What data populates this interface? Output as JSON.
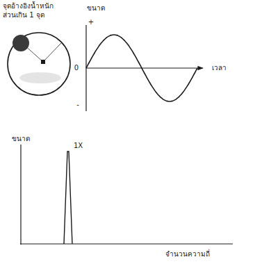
{
  "diagram": {
    "labels": [
      "จุดอ้างอิงน้ำหนัก ส่วนเกิน 1 จุด",
      "ขนาด",
      "+",
      "0",
      "-",
      "เวลา",
      "ขนาด",
      "1X",
      "จำนวนความถี่"
    ]
  }
}
